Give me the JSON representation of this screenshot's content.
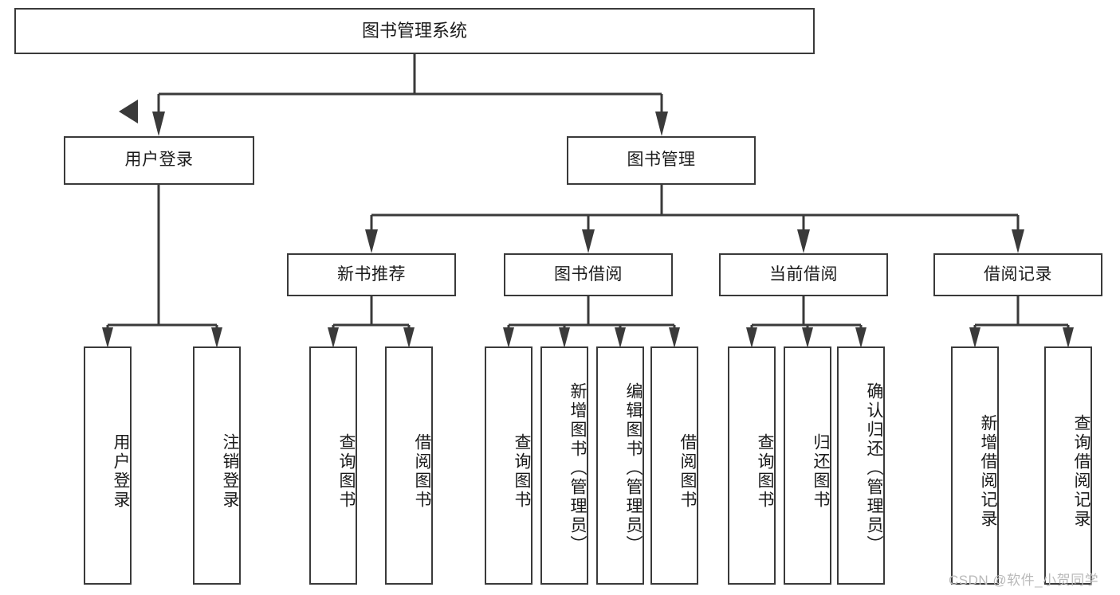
{
  "diagram": {
    "type": "tree-flowchart",
    "title": "图书管理系统",
    "root": {
      "label": "图书管理系统"
    },
    "level2": [
      {
        "label": "用户登录"
      },
      {
        "label": "图书管理"
      }
    ],
    "level3": [
      {
        "label": "新书推荐"
      },
      {
        "label": "图书借阅"
      },
      {
        "label": "当前借阅"
      },
      {
        "label": "借阅记录"
      }
    ],
    "leaves": {
      "user_login": [
        {
          "label": "用户登录"
        },
        {
          "label": "注销登录"
        }
      ],
      "new_book_recommend": [
        {
          "label": "查询图书"
        },
        {
          "label": "借阅图书"
        }
      ],
      "book_borrow": [
        {
          "label": "查询图书"
        },
        {
          "label": "新增图书（管理员）"
        },
        {
          "label": "编辑图书（管理员）"
        },
        {
          "label": "借阅图书"
        }
      ],
      "current_borrow": [
        {
          "label": "查询图书"
        },
        {
          "label": "归还图书"
        },
        {
          "label": "确认归还（管理员）"
        }
      ],
      "borrow_records": [
        {
          "label": "新增借阅记录"
        },
        {
          "label": "查询借阅记录"
        }
      ]
    },
    "watermark": "CSDN @软件_小贺同学",
    "colors": {
      "stroke": "#3a3a3a",
      "background": "#ffffff",
      "text": "#1a1a1a",
      "watermark": "#b9b9b9"
    }
  }
}
